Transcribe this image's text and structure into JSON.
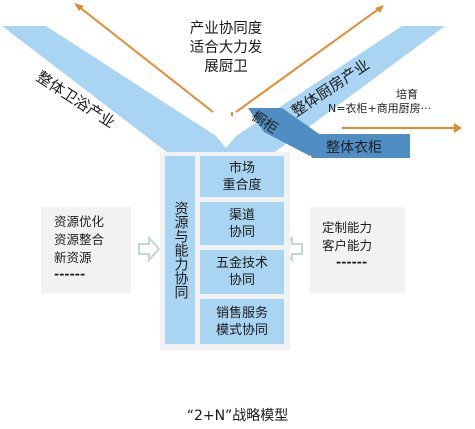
{
  "diagram": {
    "top_text": [
      "产业协同度",
      "适合大力发",
      "展厨卫"
    ],
    "left_band": "整体卫浴产业",
    "right_band": "整体厨房产业",
    "cabinet_label": "橱柜",
    "wardrobe_label": "整体衣柜",
    "pei": {
      "title": "培育",
      "formula": "N=衣柜+商用厨房···"
    },
    "resources_column": "资源与能力协同",
    "cells": [
      [
        "市场",
        "重合度"
      ],
      [
        "渠道",
        "协同"
      ],
      [
        "五金技术",
        "协同"
      ],
      [
        "销售服务",
        "模式协同"
      ]
    ],
    "left_box": [
      "资源优化",
      "资源整合",
      "新资源",
      "------"
    ],
    "right_box": [
      "定制能力",
      "客户能力",
      "------"
    ],
    "caption": "“2+N”战略模型",
    "colors": {
      "band_blue": "#a9d5f2",
      "dark_blue": "#4f8dc2",
      "arrow_orange": "#e58a2e",
      "panel_gray": "#f1f1f1",
      "arrow_gray": "#c4d5e2"
    }
  }
}
